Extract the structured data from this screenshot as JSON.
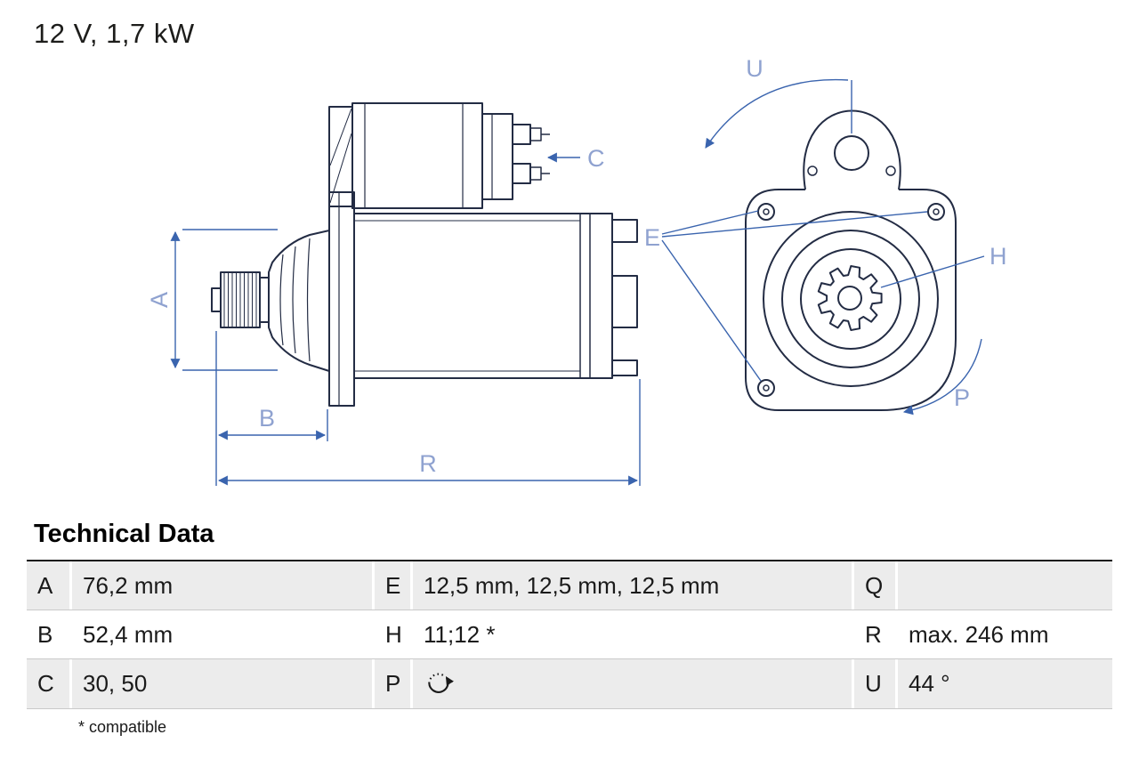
{
  "page": {
    "title": "12 V, 1,7 kW"
  },
  "drawing": {
    "dimension_labels": {
      "A": "A",
      "B": "B",
      "C": "C",
      "E": "E",
      "H": "H",
      "P": "P",
      "R": "R",
      "U": "U"
    }
  },
  "technical_data": {
    "heading": "Technical Data",
    "rows": [
      {
        "cells": [
          {
            "key": "A",
            "value": "76,2 mm"
          },
          {
            "key": "E",
            "value": "12,5 mm, 12,5 mm, 12,5 mm"
          },
          {
            "key": "Q",
            "value": ""
          }
        ]
      },
      {
        "cells": [
          {
            "key": "B",
            "value": "52,4 mm"
          },
          {
            "key": "H",
            "value": "11;12 *"
          },
          {
            "key": "R",
            "value": "max. 246 mm"
          }
        ]
      },
      {
        "cells": [
          {
            "key": "C",
            "value": "30, 50"
          },
          {
            "key": "P",
            "value": "",
            "icon": "rotation-direction-icon"
          },
          {
            "key": "U",
            "value": "44 °"
          }
        ]
      }
    ],
    "footnote": "* compatible"
  },
  "colors": {
    "dimension_line": "#3a64ae",
    "dimension_label": "#8fa2d0",
    "drawing_stroke": "#232c44",
    "row_shade": "#ececec"
  }
}
